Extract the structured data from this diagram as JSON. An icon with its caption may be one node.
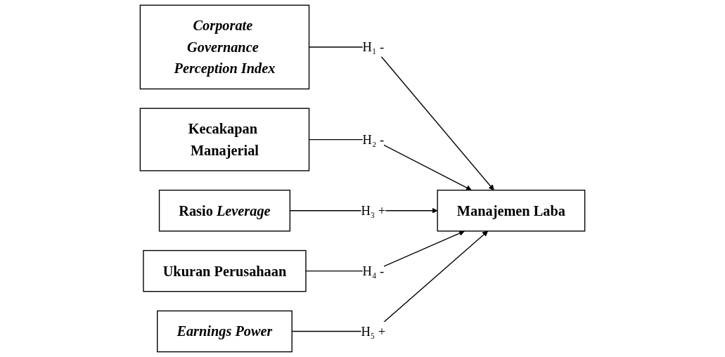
{
  "diagram": {
    "nodes": [
      {
        "text": [
          "Corporate Governance Perception Index"
        ]
      },
      {
        "text": [
          "Kecakapan Manajerial"
        ]
      },
      {
        "text": [
          "Rasio *Leverage*"
        ]
      },
      {
        "text": [
          "Ukuran Perusahaan"
        ]
      },
      {
        "text": [
          "Earnings Power"
        ]
      },
      {
        "text": [
          "Manajemen Laba"
        ]
      }
    ],
    "edges": [
      {
        "from": 0,
        "to": 5,
        "arrow": "to",
        "label": "H₁ -"
      },
      {
        "from": 1,
        "to": 5,
        "arrow": "to",
        "label": "H₂ -"
      },
      {
        "from": 2,
        "to": 5,
        "arrow": "to",
        "label": "H₃ +"
      },
      {
        "from": 3,
        "to": 5,
        "arrow": "to",
        "label": "H₄ -"
      },
      {
        "from": 4,
        "to": 5,
        "arrow": "to",
        "label": "H₅ +"
      }
    ]
  }
}
